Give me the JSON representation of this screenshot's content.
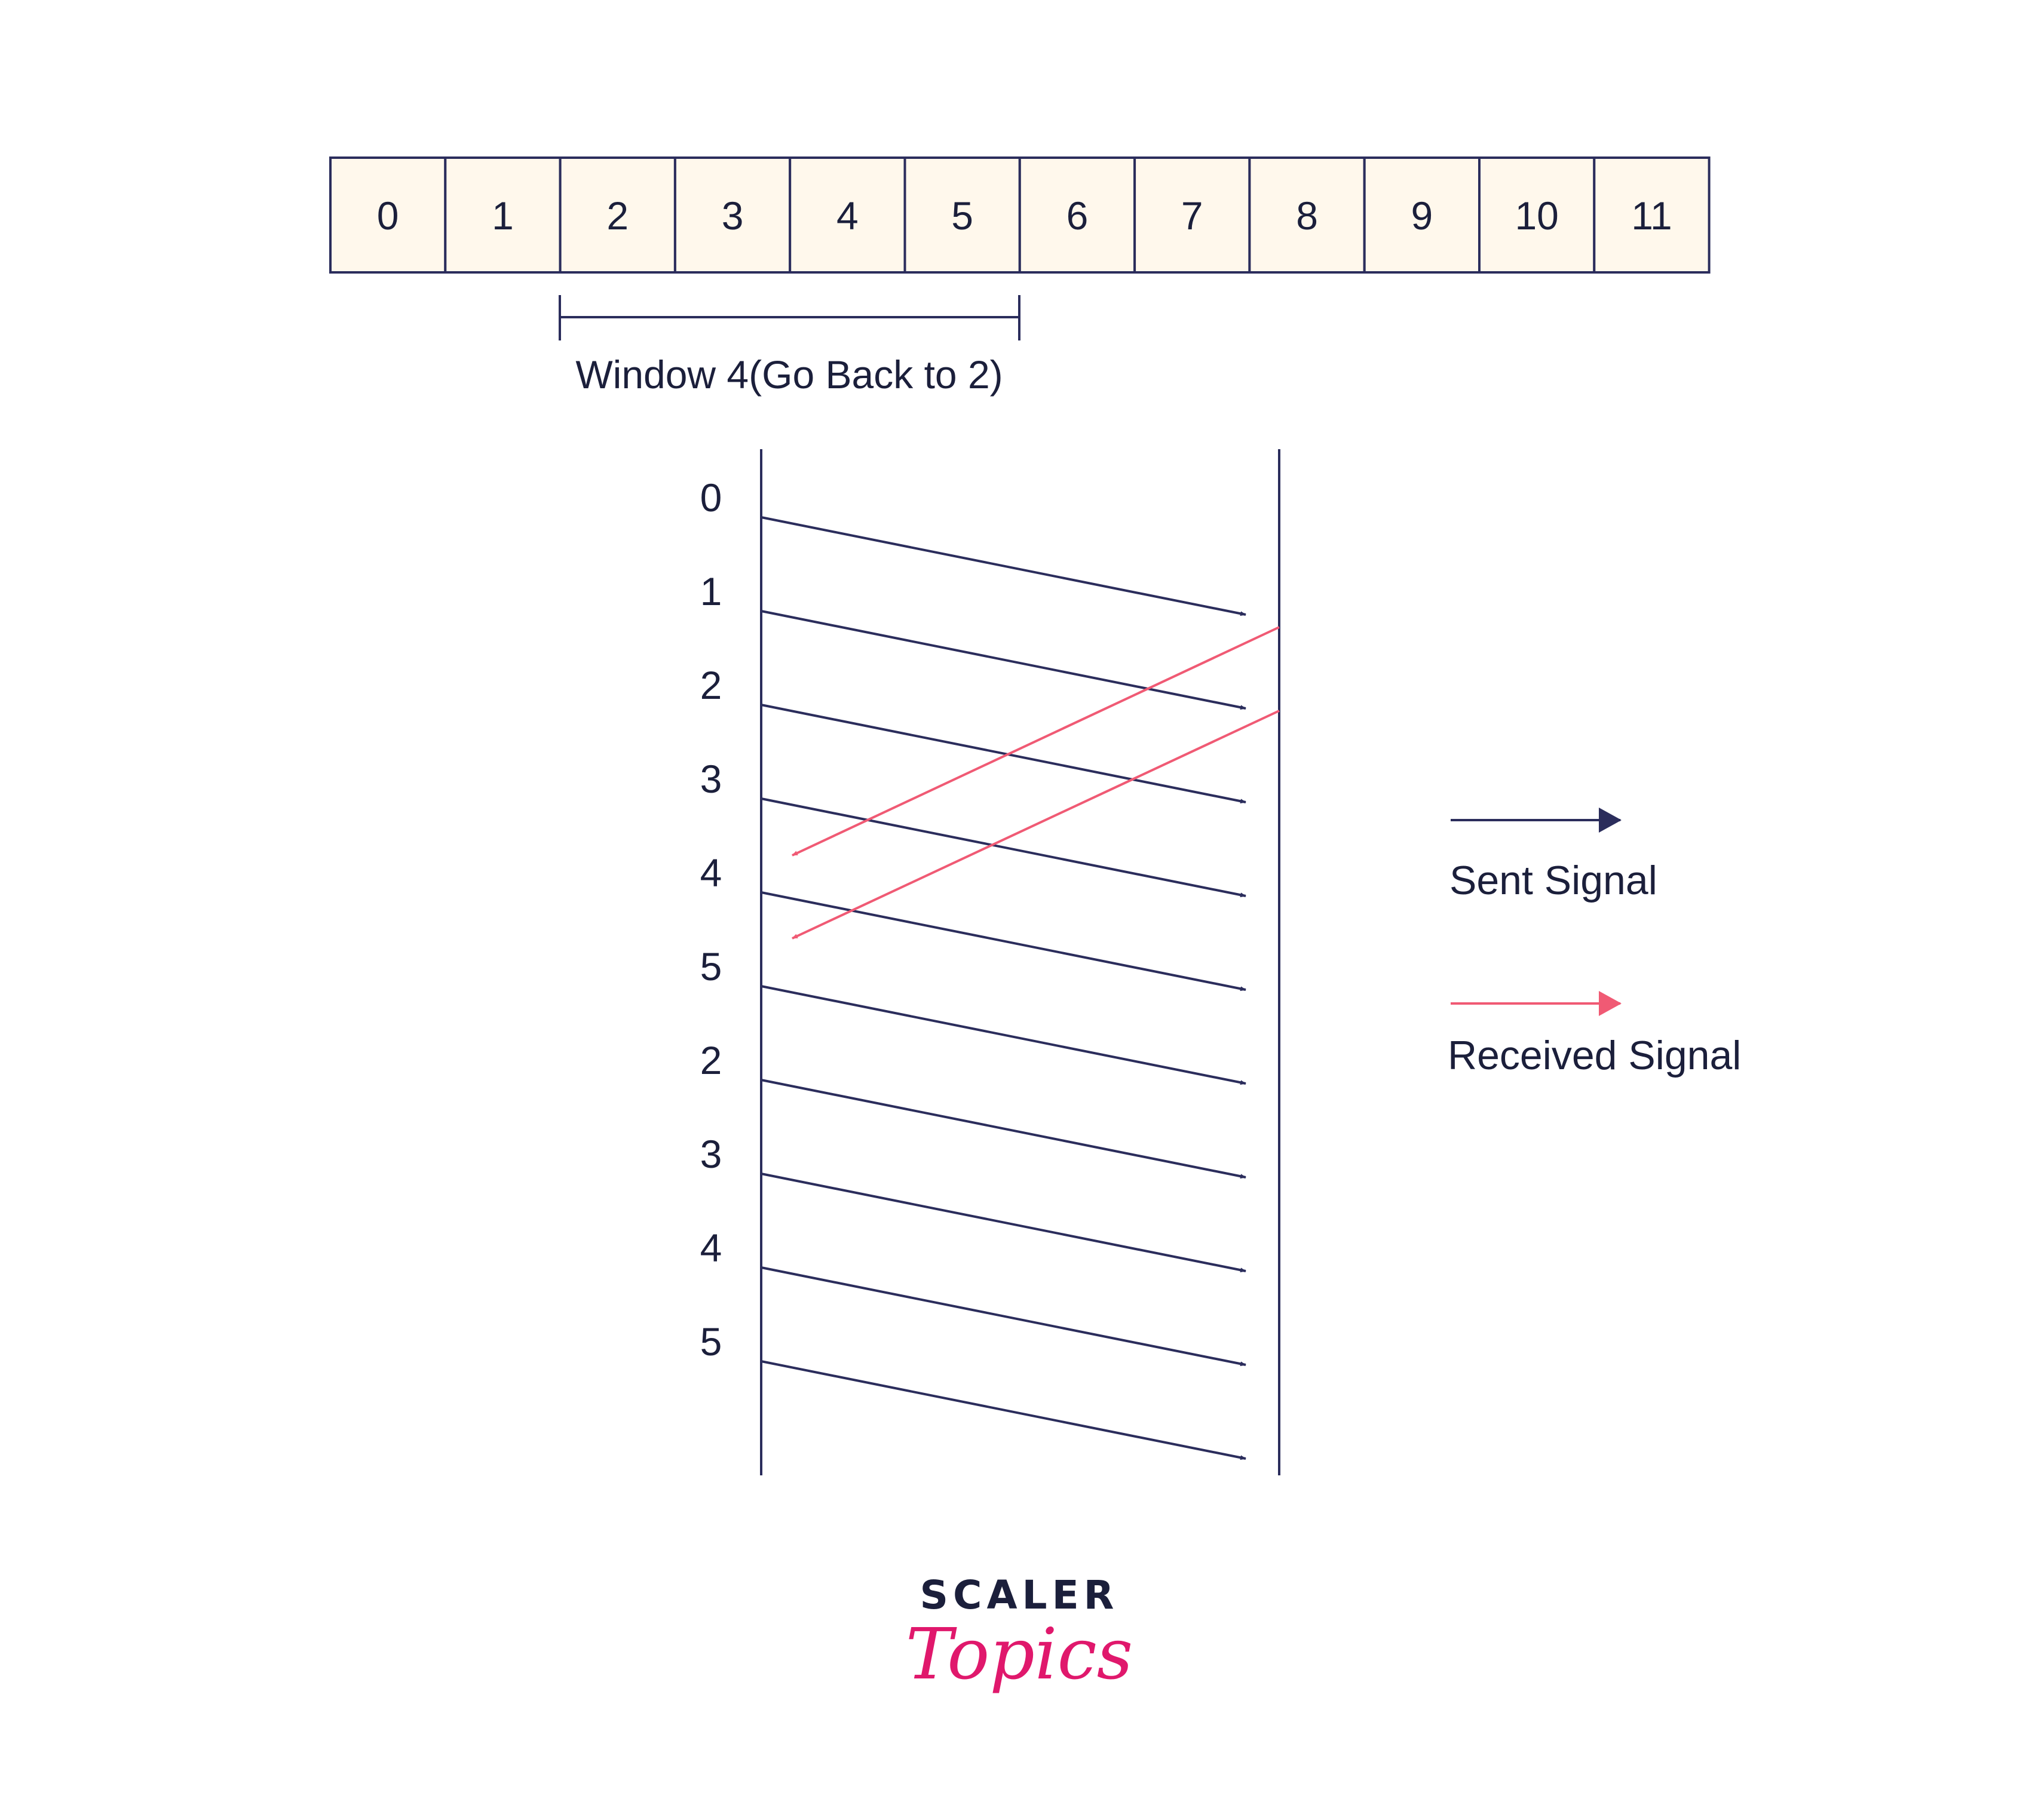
{
  "colors": {
    "navy": "#2b2d5c",
    "pink": "#f05a74",
    "cell_fill": "#fff8ec",
    "brand_pink": "#e0186c",
    "text": "#1b1f3b"
  },
  "frames": [
    "0",
    "1",
    "2",
    "3",
    "4",
    "5",
    "6",
    "7",
    "8",
    "9",
    "10",
    "11"
  ],
  "window_label": "Window 4(Go Back to 2)",
  "sequence": [
    "0",
    "1",
    "2",
    "3",
    "4",
    "5",
    "2",
    "3",
    "4",
    "5"
  ],
  "legend": {
    "sent": "Sent Signal",
    "received": "Received Signal"
  },
  "brand": {
    "top": "SCALER",
    "bottom": "Topics"
  }
}
